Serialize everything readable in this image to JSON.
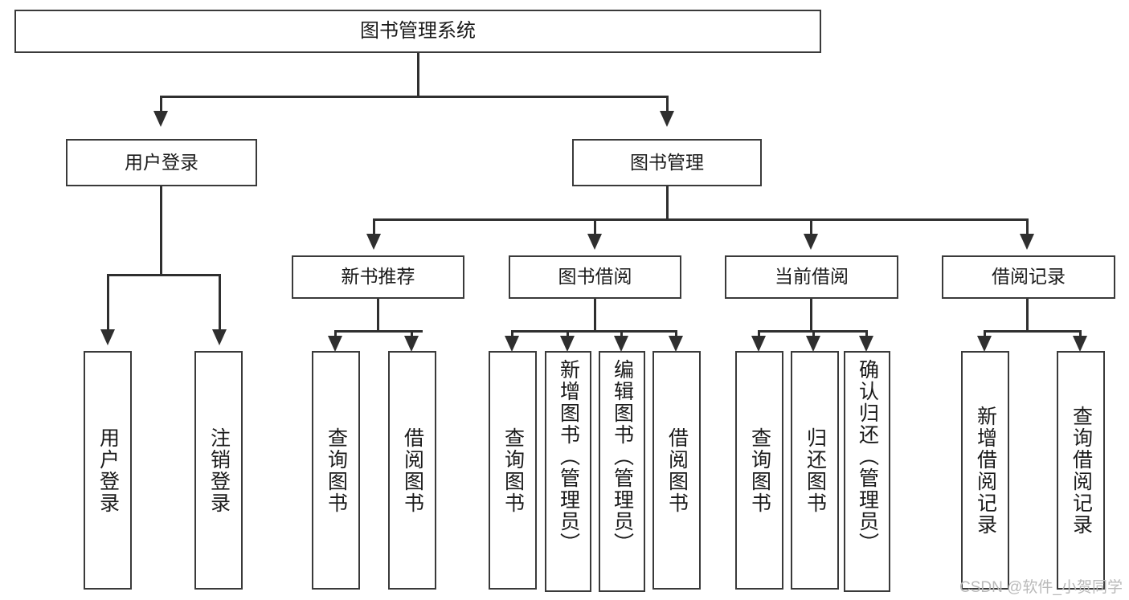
{
  "diagram": {
    "type": "tree-hierarchy",
    "title": "图书管理系统",
    "orientation": "top-down",
    "colors": {
      "box_border": "#3a3a3a",
      "line": "#2f2f2f",
      "background": "#ffffff",
      "text": "#1a1a1a",
      "watermark": "#b9b9b9"
    }
  },
  "root": {
    "label": "图书管理系统"
  },
  "level2": {
    "user_login": {
      "label": "用户登录"
    },
    "book_management": {
      "label": "图书管理"
    }
  },
  "level3": {
    "new_book_recommend": {
      "label": "新书推荐"
    },
    "book_borrow": {
      "label": "图书借阅"
    },
    "current_borrow": {
      "label": "当前借阅"
    },
    "borrow_record": {
      "label": "借阅记录"
    }
  },
  "leaves": {
    "user_login": [
      {
        "label": "用户登录"
      },
      {
        "label": "注销登录"
      }
    ],
    "new_book_recommend": [
      {
        "label": "查询图书"
      },
      {
        "label": "借阅图书"
      }
    ],
    "book_borrow": [
      {
        "label": "查询图书"
      },
      {
        "label": "新增图书（管理员）"
      },
      {
        "label": "编辑图书（管理员）"
      },
      {
        "label": "借阅图书"
      }
    ],
    "current_borrow": [
      {
        "label": "查询图书"
      },
      {
        "label": "归还图书"
      },
      {
        "label": "确认归还（管理员）"
      }
    ],
    "borrow_record": [
      {
        "label": "新增借阅记录"
      },
      {
        "label": "查询借阅记录"
      }
    ]
  },
  "watermark": {
    "text": "CSDN @软件_小贺同学"
  }
}
